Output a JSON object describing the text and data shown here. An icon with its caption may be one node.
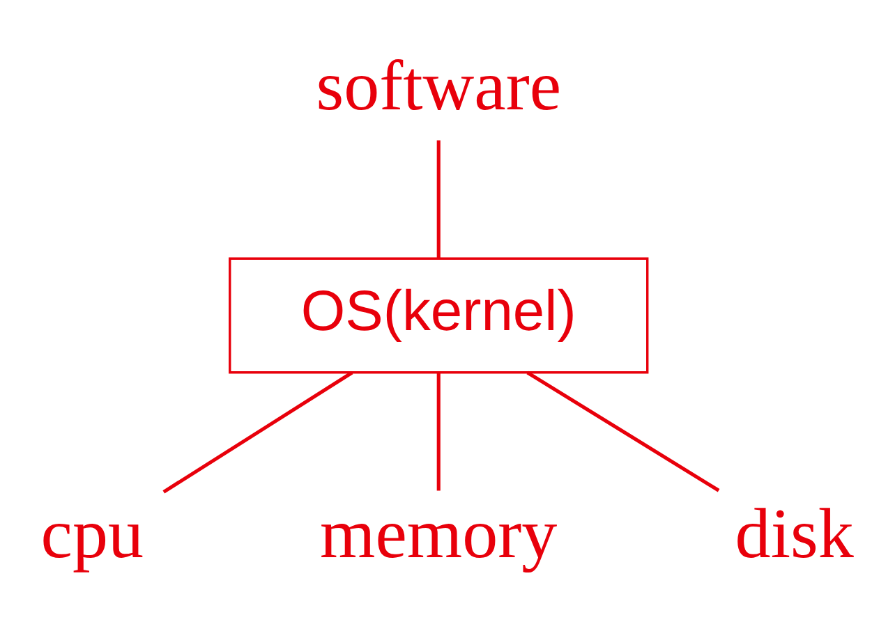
{
  "diagram": {
    "nodes": [
      {
        "text": [
          "software"
        ]
      },
      {
        "text": [
          "OS(kernel)"
        ]
      },
      {
        "text": [
          "cpu"
        ]
      },
      {
        "text": [
          "memory"
        ]
      },
      {
        "text": [
          "disk"
        ]
      }
    ],
    "edges": [
      {
        "from": 0,
        "to": 1,
        "arrow": "none"
      },
      {
        "from": 1,
        "to": 2,
        "arrow": "none"
      },
      {
        "from": 1,
        "to": 3,
        "arrow": "none"
      },
      {
        "from": 1,
        "to": 4,
        "arrow": "none"
      }
    ]
  }
}
